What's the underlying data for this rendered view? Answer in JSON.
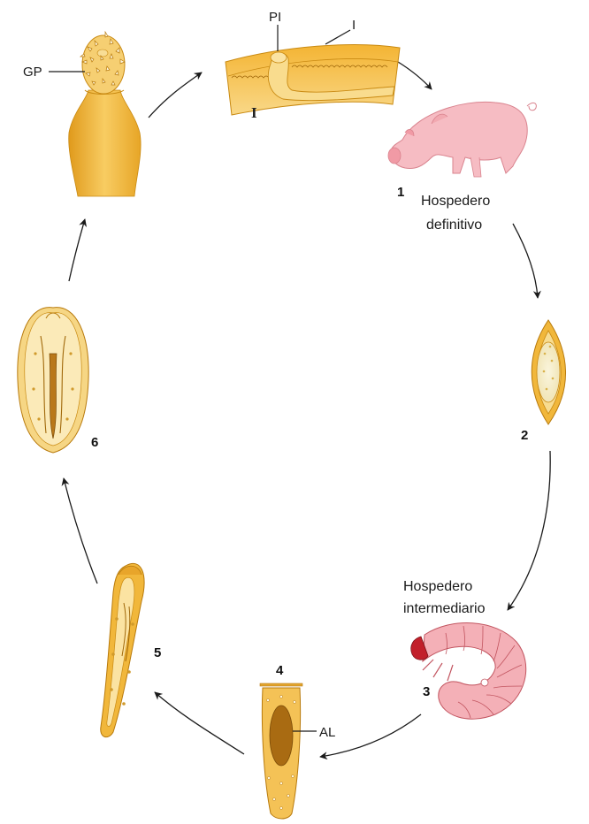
{
  "labels": {
    "gp": "GP",
    "pi": "PI",
    "i_small": "I",
    "i_serif": "I",
    "al": "AL",
    "host_definitive_line1": "Hospedero",
    "host_definitive_line2": "definitivo",
    "host_intermediate_line1": "Hospedero",
    "host_intermediate_line2": "intermediario"
  },
  "stages": {
    "s1": "1",
    "s2": "2",
    "s3": "3",
    "s4": "4",
    "s5": "5",
    "s6": "6"
  },
  "colors": {
    "worm": "#f1b73b",
    "worm_light": "#f7d27a",
    "worm_dark": "#c98a12",
    "pig": "#f6b8c0",
    "beetle": "#f3a7ae",
    "beetle_dark": "#c2202b",
    "egg_cream": "#f4ecc8"
  }
}
